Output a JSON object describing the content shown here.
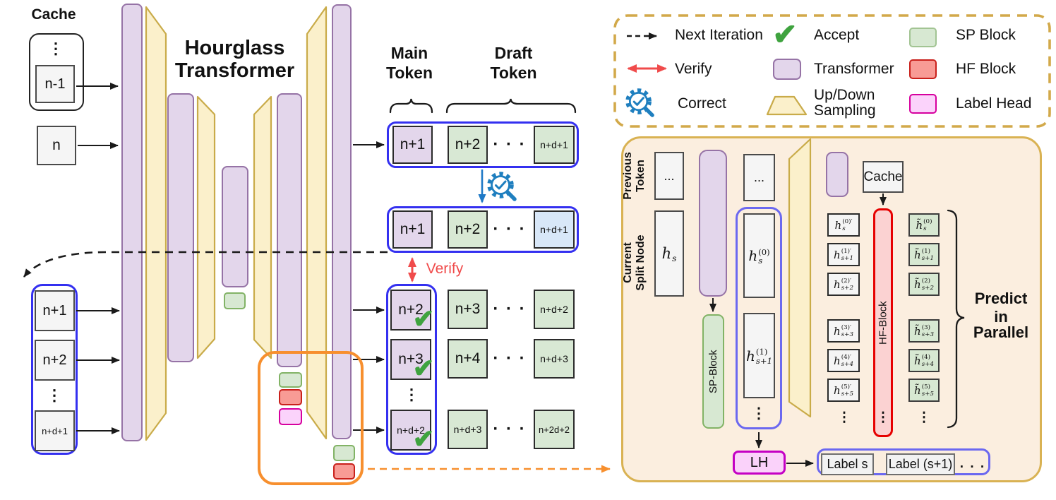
{
  "colors": {
    "transformer_fill": "#e3d6eb",
    "transformer_stroke": "#9673a6",
    "sampling_fill": "#fbf0cb",
    "sampling_stroke": "#c9ab49",
    "sp_fill": "#d7e8d2",
    "sp_stroke": "#82b366",
    "hf_fill": "#f89b95",
    "hf_stroke": "#c9201b",
    "label_head_fill": "#fbd3fb",
    "label_head_stroke": "#d6009e",
    "blue_outline": "#3430f0",
    "panel_blue_outline": "#6b68f0",
    "orange": "#f78f2e",
    "gold": "#d2a94a",
    "panel_fill": "#fbeedf",
    "verify_red": "#f04b4b",
    "correct_blue": "#1f7fbf",
    "accept_green": "#3fa33f",
    "blue_token_fill": "#d8e7f8"
  },
  "cache": {
    "title": "Cache",
    "vdots": "⋮",
    "token": "n-1"
  },
  "input": {
    "token": "n"
  },
  "title": [
    "Hourglass",
    "Transformer"
  ],
  "next_iteration": {
    "tokens": [
      "n+1",
      "n+2",
      "n+d+1"
    ],
    "vdots": "⋮"
  },
  "speculation": {
    "headers": {
      "main": [
        "Main",
        "Token"
      ],
      "draft": [
        "Draft",
        "Token"
      ]
    },
    "dots": "· · ·",
    "vdots": "⋮",
    "check": "✔",
    "verify_label": "Verify",
    "draft_row": {
      "main": "n+1",
      "d1": "n+2",
      "d2": "n+d+1"
    },
    "corrected_row": {
      "main": "n+1",
      "d1": "n+2",
      "d2": "n+d+1"
    },
    "accepted_rows": [
      {
        "main": "n+2",
        "d1": "n+3",
        "d2": "n+d+2"
      },
      {
        "main": "n+3",
        "d1": "n+4",
        "d2": "n+d+3"
      },
      {
        "main": "n+d+2",
        "d1": "n+d+3",
        "d2": "n+2d+2"
      }
    ]
  },
  "legend": {
    "next_iteration": "Next Iteration",
    "verify": "Verify",
    "correct": "Correct",
    "accept": "Accept",
    "transformer": "Transformer",
    "updown": "Up/Down Sampling",
    "sp": "SP Block",
    "hf": "HF Block",
    "label_head": "Label Head"
  },
  "panel": {
    "prev_label": [
      "Previous",
      "Token"
    ],
    "cur_label": [
      "Current",
      "Split Node"
    ],
    "dots": "...",
    "vdots": "⋮",
    "cache": "Cache",
    "sp": "SP-Block",
    "hf": "HF-Block",
    "lh": "LH",
    "hs": {
      "b": "h",
      "s": "s",
      "p": ""
    },
    "h0": {
      "b": "h",
      "s": "s",
      "p": "(0)"
    },
    "h1": {
      "b": "h",
      "s": "s+1",
      "p": "(1)"
    },
    "hprime": [
      {
        "b": "h",
        "s": "s",
        "p": "(0)′"
      },
      {
        "b": "h",
        "s": "s+1",
        "p": "(1)′"
      },
      {
        "b": "h",
        "s": "s+2",
        "p": "(2)′"
      },
      {
        "b": "h",
        "s": "s+3",
        "p": "(3)′"
      },
      {
        "b": "h",
        "s": "s+4",
        "p": "(4)′"
      },
      {
        "b": "h",
        "s": "s+5",
        "p": "(5)′"
      }
    ],
    "htilde": [
      {
        "b": "h̃",
        "s": "s",
        "p": "(0)"
      },
      {
        "b": "h̃",
        "s": "s+1",
        "p": "(1)"
      },
      {
        "b": "h̃",
        "s": "s+2",
        "p": "(2)"
      },
      {
        "b": "h̃",
        "s": "s+3",
        "p": "(3)"
      },
      {
        "b": "h̃",
        "s": "s+4",
        "p": "(4)"
      },
      {
        "b": "h̃",
        "s": "s+5",
        "p": "(5)"
      }
    ],
    "predict": [
      "Predict",
      "in",
      "Parallel"
    ],
    "labels": [
      "Label s",
      "Label (s+1)"
    ],
    "ldots": ". . ."
  }
}
